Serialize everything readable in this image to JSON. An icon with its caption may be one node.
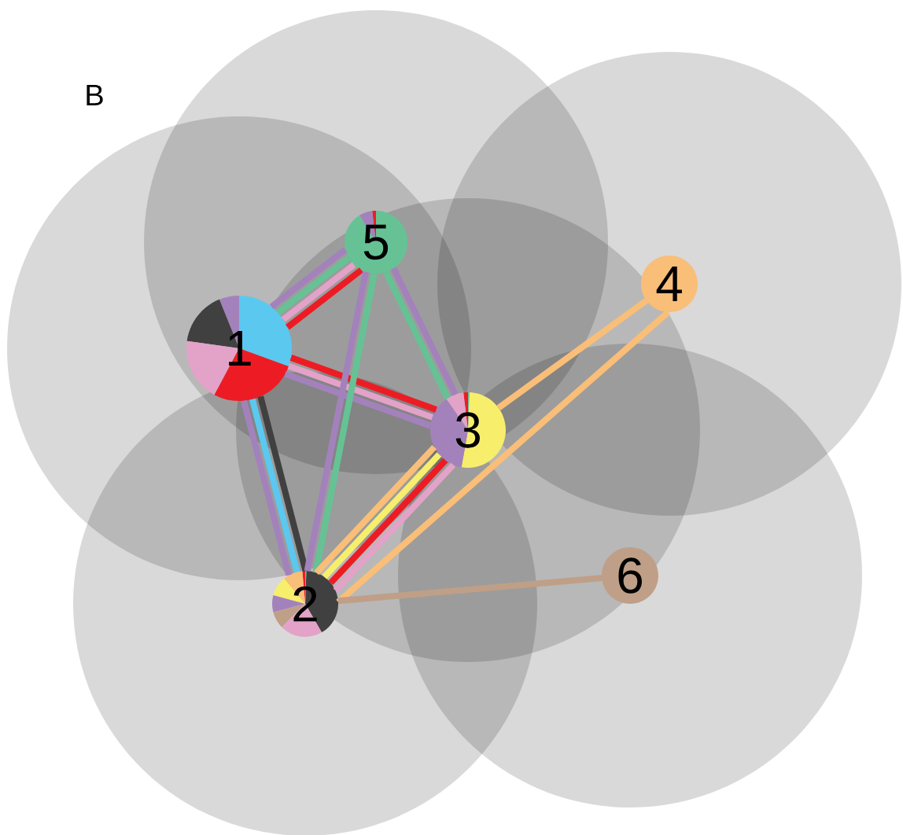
{
  "diagram": {
    "nodes": [
      {
        "text": [
          "1"
        ]
      },
      {
        "text": [
          "2"
        ]
      },
      {
        "text": [
          "3"
        ]
      },
      {
        "text": [
          "4"
        ]
      },
      {
        "text": [
          "5"
        ]
      },
      {
        "text": [
          "6"
        ]
      }
    ],
    "edges": [
      {
        "from": 0,
        "to": 4,
        "arrow": "none",
        "color": "#a382bc"
      },
      {
        "from": 0,
        "to": 4,
        "arrow": "none",
        "color": "#66c295"
      },
      {
        "from": 0,
        "to": 4,
        "arrow": "none",
        "color": "#e3a2c8"
      },
      {
        "from": 0,
        "to": 4,
        "arrow": "none",
        "color": "#ed1c24"
      },
      {
        "from": 0,
        "to": 2,
        "arrow": "none",
        "color": "#ed1c24"
      },
      {
        "from": 0,
        "to": 2,
        "arrow": "none",
        "color": "#e3a2c8"
      },
      {
        "from": 0,
        "to": 2,
        "arrow": "none",
        "color": "#a382bc"
      },
      {
        "from": 0,
        "to": 1,
        "arrow": "none",
        "color": "#404040"
      },
      {
        "from": 0,
        "to": 1,
        "arrow": "none",
        "color": "#5bc8f0"
      },
      {
        "from": 0,
        "to": 1,
        "arrow": "none",
        "color": "#a382bc"
      },
      {
        "from": 4,
        "to": 1,
        "arrow": "none",
        "color": "#a382bc"
      },
      {
        "from": 4,
        "to": 1,
        "arrow": "none",
        "color": "#66c295"
      },
      {
        "from": 4,
        "to": 2,
        "arrow": "none",
        "color": "#66c295"
      },
      {
        "from": 4,
        "to": 2,
        "arrow": "none",
        "color": "#a382bc"
      },
      {
        "from": 2,
        "to": 1,
        "arrow": "none",
        "color": "#f9be78"
      },
      {
        "from": 2,
        "to": 1,
        "arrow": "none",
        "color": "#f7ee6c"
      },
      {
        "from": 2,
        "to": 1,
        "arrow": "none",
        "color": "#ed1c24"
      },
      {
        "from": 2,
        "to": 1,
        "arrow": "none",
        "color": "#e3a2c8"
      },
      {
        "from": 3,
        "to": 2,
        "arrow": "none",
        "color": "#f9be78"
      },
      {
        "from": 3,
        "to": 1,
        "arrow": "none",
        "color": "#f9be78"
      },
      {
        "from": 5,
        "to": 1,
        "arrow": "none",
        "color": "#bf9f87"
      }
    ],
    "labels": [
      "B"
    ]
  }
}
